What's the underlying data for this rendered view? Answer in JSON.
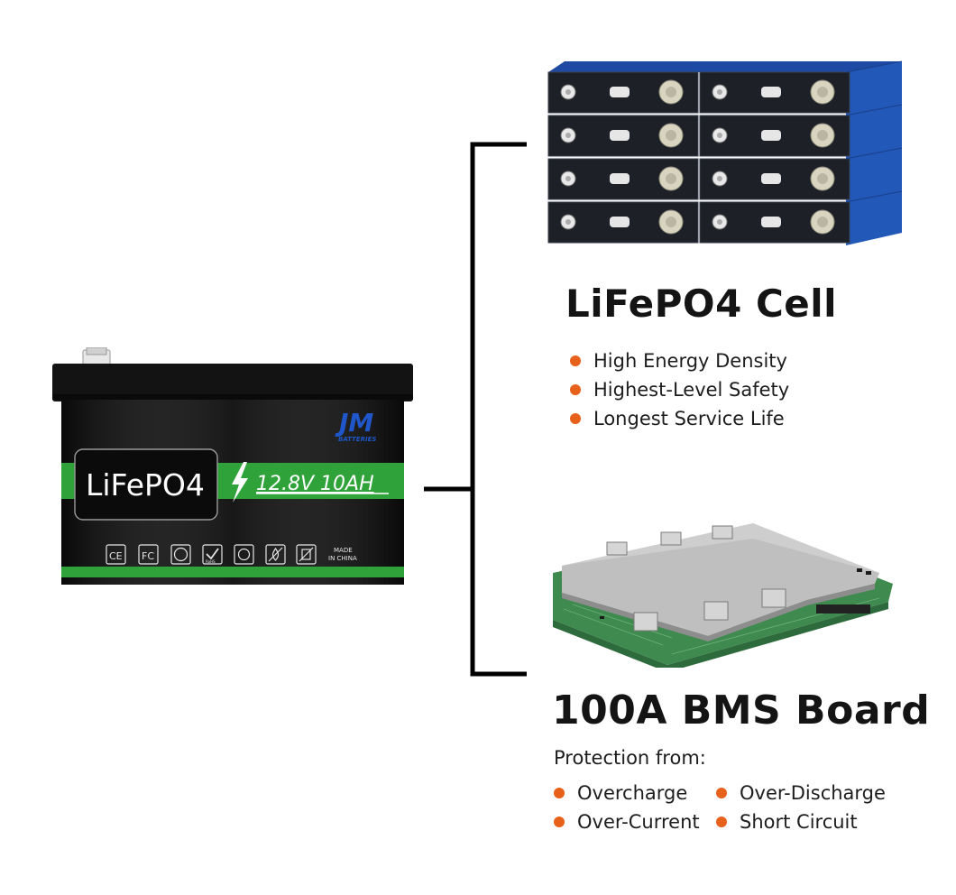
{
  "battery": {
    "chemistry_label": "LiFePO4",
    "spec_label": "12.8V 10AH",
    "brand_mark": "JM",
    "brand_sub": "BATTERIES",
    "cert_icons": [
      "ce-mark-icon",
      "fc-mark-icon",
      "ps-mark-icon",
      "rohs-check-icon",
      "recycle-icon",
      "no-fire-icon",
      "no-bin-icon"
    ],
    "rohs_text": "RoHS",
    "made_in_line1": "MADE",
    "made_in_line2": "IN CHINA",
    "colors": {
      "body": "#0f0f0f",
      "accent": "#2fa33a"
    }
  },
  "cell": {
    "title": "LiFePO4 Cell",
    "features": [
      "High Energy Density",
      "Highest-Level Safety",
      "Longest Service Life"
    ],
    "colors": {
      "face": "#1d2026",
      "side": "#2258b8",
      "top": "#1f4aa3"
    }
  },
  "bms": {
    "title": "100A BMS Board",
    "protection_label": "Protection from:",
    "protections": [
      "Overcharge",
      "Over-Current",
      "Over-Discharge",
      "Short Circuit"
    ]
  },
  "colors": {
    "bullet": "#e8611b",
    "text": "#141414",
    "bracket": "#000000"
  }
}
